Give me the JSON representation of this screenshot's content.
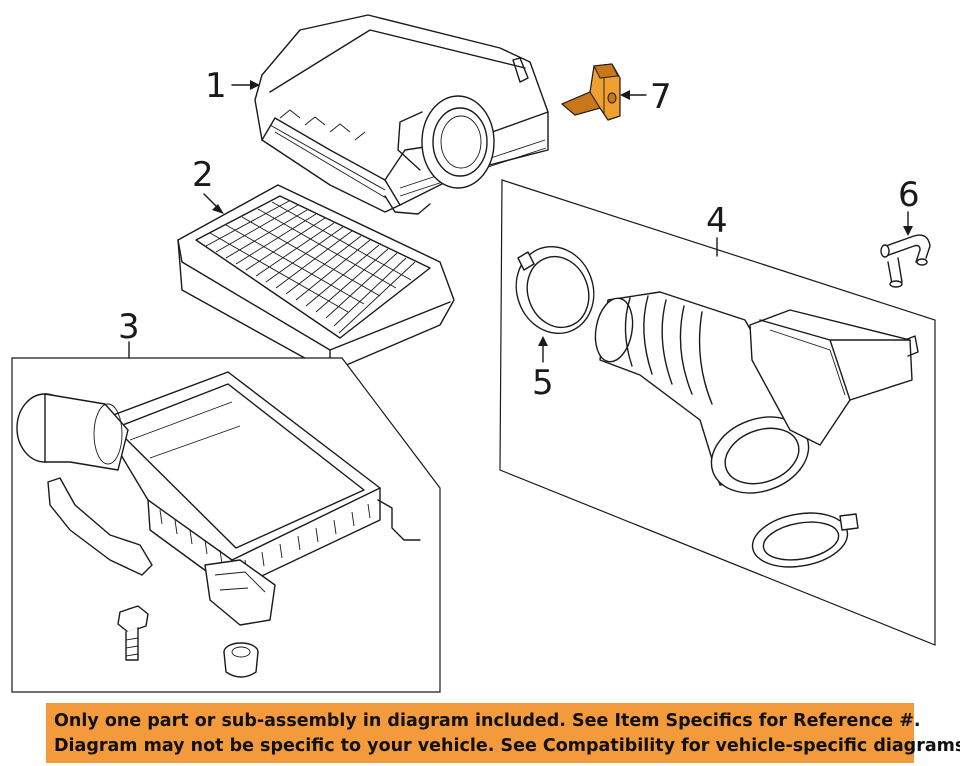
{
  "callouts": [
    {
      "id": "1",
      "part": "air-cleaner-cover"
    },
    {
      "id": "2",
      "part": "air-filter-element"
    },
    {
      "id": "3",
      "part": "air-cleaner-case"
    },
    {
      "id": "4",
      "part": "intake-hose-assembly"
    },
    {
      "id": "5",
      "part": "hose-clamp"
    },
    {
      "id": "6",
      "part": "vacuum-hose"
    },
    {
      "id": "7",
      "part": "mass-air-flow-sensor",
      "highlighted": true
    }
  ],
  "notice": {
    "line1": "Only one part or sub-assembly in diagram included. See Item Specifics for Reference #.",
    "line2": "Diagram may not be specific to your vehicle. See Compatibility for vehicle-specific diagrams."
  },
  "colors": {
    "highlight": "#f0a030",
    "notice_background": "#f29a3c",
    "line": "#1a1a1a"
  }
}
